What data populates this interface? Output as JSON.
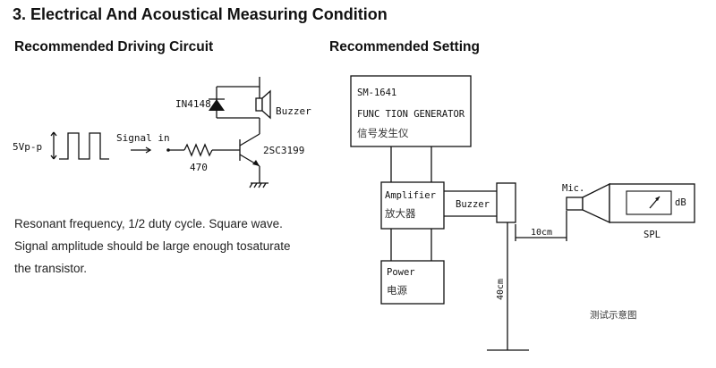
{
  "title": "3.  Electrical And Acoustical Measuring Condition",
  "left": {
    "heading": "Recommended Driving Circuit",
    "circuit": {
      "source_label": "5Vp-p",
      "signal_label": "Signal in",
      "resistor_label": "470",
      "diode_label": "IN4148",
      "buzzer_label": "Buzzer",
      "transistor_label": "2SC3199"
    },
    "description": [
      "Resonant frequency, 1/2 duty cycle. Square wave.",
      "Signal amplitude should be large enough tosaturate",
      "the transistor."
    ]
  },
  "right": {
    "heading": "Recommended Setting",
    "generator": {
      "model": "SM-1641",
      "name": "FUNC TION GENERATOR",
      "name_cn": "信号发生仪"
    },
    "amplifier": {
      "name": "Amplifier",
      "name_cn": "放大器"
    },
    "power": {
      "name": "Power",
      "name_cn": "电源"
    },
    "buzzer_label": "Buzzer",
    "mic_label": "Mic.",
    "meter_unit": "dB",
    "spl_label": "SPL",
    "distance_horizontal": "10cm",
    "distance_vertical": "40cm",
    "caption_cn": "测试示意图"
  }
}
